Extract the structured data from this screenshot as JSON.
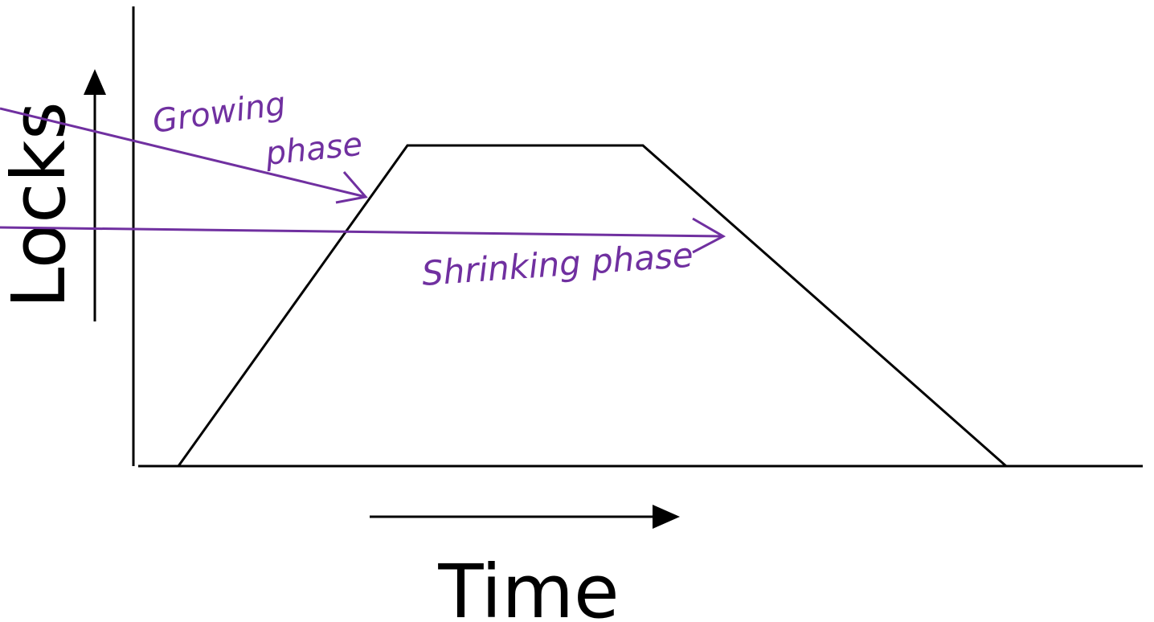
{
  "diagram": {
    "title": "Two-phase locking",
    "y_axis_label": "Locks",
    "x_axis_label": "Time",
    "annotations": {
      "growing_line1": "Growing",
      "growing_line2": "phase",
      "shrinking": "Shrinking phase"
    },
    "colors": {
      "line": "#000000",
      "annotation": "#7030A0"
    }
  }
}
